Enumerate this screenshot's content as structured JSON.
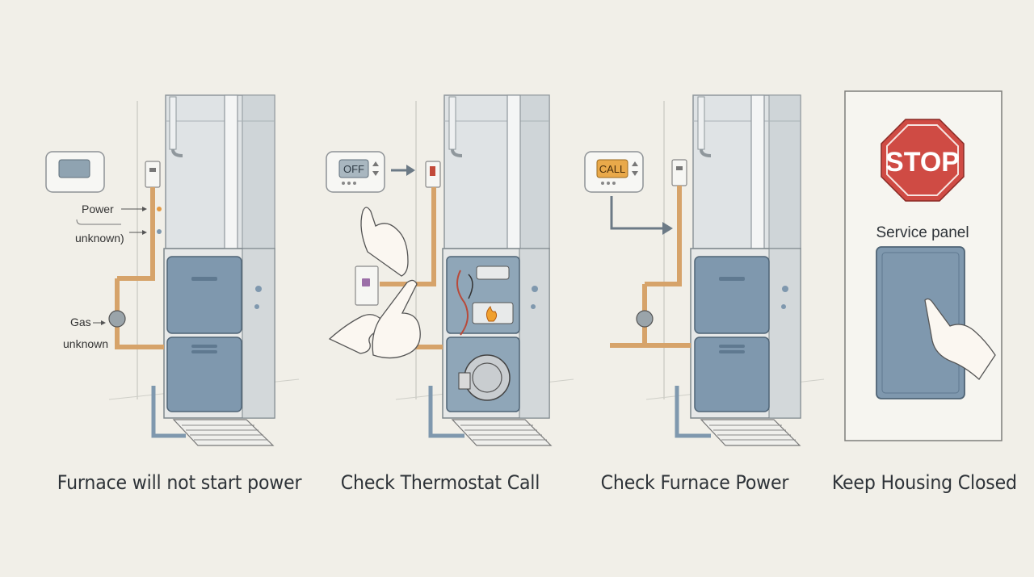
{
  "colors": {
    "background": "#f1efe8",
    "furnace_blue": "#7f98ae",
    "furnace_blue_dark": "#5f7990",
    "cabinet_gray": "#dfe3e5",
    "pipe_copper": "#d6a36a",
    "stop_red": "#cf4b44",
    "arrow_gray": "#6c7a86",
    "call_orange": "#e9a94a"
  },
  "panels": [
    {
      "caption": "Furnace will not start power",
      "labels": {
        "power": "Power",
        "power_status": "unknown)",
        "gas": "Gas",
        "gas_status": "unknown"
      }
    },
    {
      "caption": "Check Thermostat Call",
      "thermostat_display": "OFF"
    },
    {
      "caption": "Check Furnace Power",
      "thermostat_display": "CALL"
    },
    {
      "caption": "Keep Housing Closed",
      "stop_sign": "STOP",
      "service_label": "Service panel"
    }
  ]
}
